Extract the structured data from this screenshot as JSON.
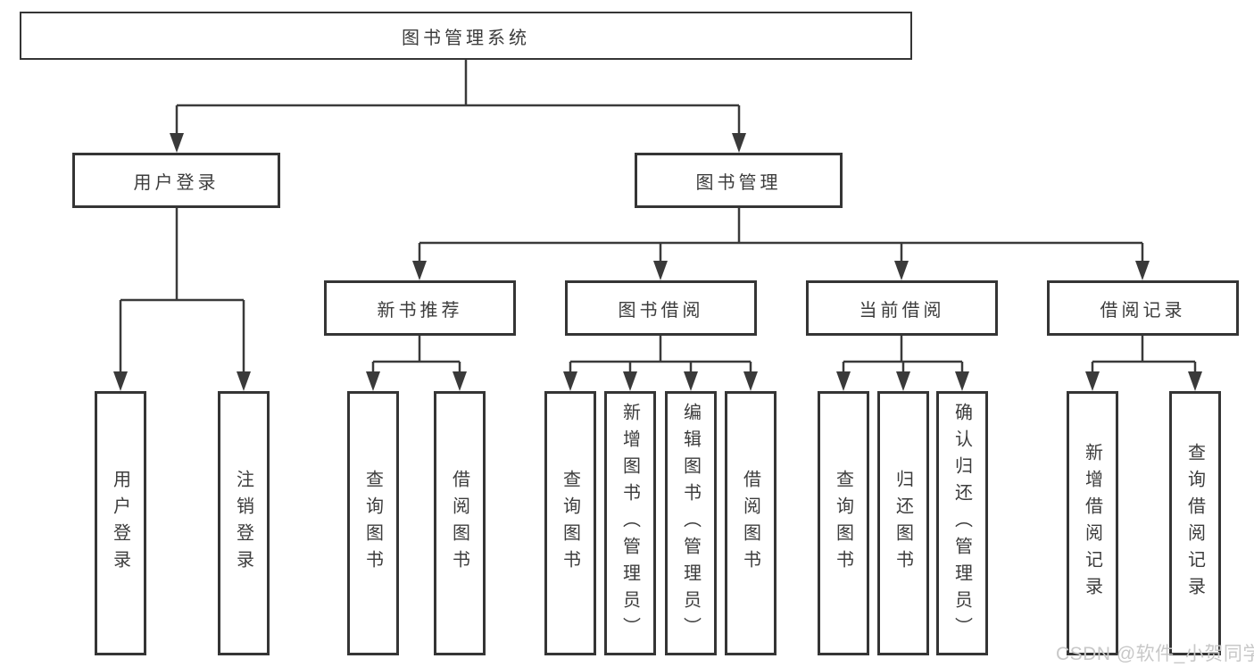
{
  "diagram": {
    "type": "tree",
    "tree": {
      "label": "图书管理系统",
      "children": [
        {
          "label": "用户登录",
          "children": [
            {
              "label": "用户登录"
            },
            {
              "label": "注销登录"
            }
          ]
        },
        {
          "label": "图书管理",
          "children": [
            {
              "label": "新书推荐",
              "children": [
                {
                  "label": "查询图书"
                },
                {
                  "label": "借阅图书"
                }
              ]
            },
            {
              "label": "图书借阅",
              "children": [
                {
                  "label": "查询图书"
                },
                {
                  "label": "新增图书（管理员）"
                },
                {
                  "label": "编辑图书（管理员）"
                },
                {
                  "label": "借阅图书"
                }
              ]
            },
            {
              "label": "当前借阅",
              "children": [
                {
                  "label": "查询图书"
                },
                {
                  "label": "归还图书"
                },
                {
                  "label": "确认归还（管理员）"
                }
              ]
            },
            {
              "label": "借阅记录",
              "children": [
                {
                  "label": "新增借阅记录"
                },
                {
                  "label": "查询借阅记录"
                }
              ]
            }
          ]
        }
      ]
    },
    "colors": {
      "line": "#3a3a3a",
      "box_border": "#353535",
      "text": "#3c3c3c",
      "background": "#ffffff",
      "watermark": "#c8c8c8"
    }
  },
  "watermark": {
    "text": "CSDN @软件_小贺同学"
  }
}
